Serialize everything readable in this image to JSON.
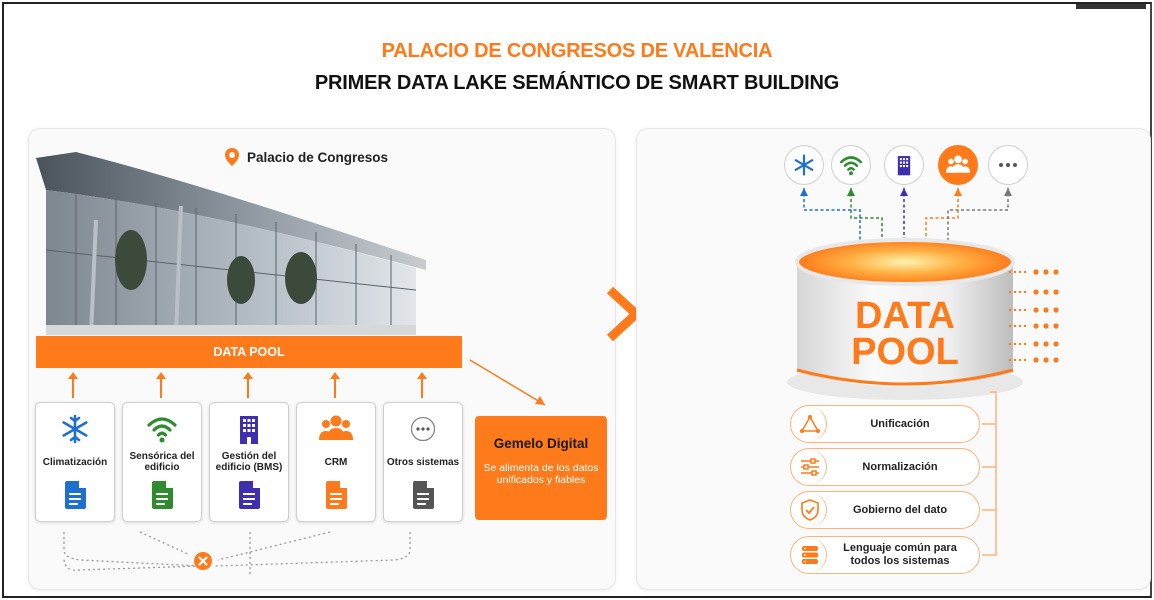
{
  "header": {
    "title_line1": "PALACIO DE CONGRESOS DE VALENCIA",
    "title_line2": "PRIMER DATA LAKE SEMÁNTICO DE SMART BUILDING"
  },
  "left_panel": {
    "location_label": "Palacio de Congresos",
    "data_pool_bar": "DATA POOL",
    "sources": [
      {
        "label": "Climatización",
        "icon": "snowflake-icon",
        "color": "#1f6fd1"
      },
      {
        "label": "Sensórica del edificio",
        "icon": "wifi-icon",
        "color": "#2e8b2e"
      },
      {
        "label": "Gestión del edificio (BMS)",
        "icon": "building-icon",
        "color": "#3d2fb0"
      },
      {
        "label": "CRM",
        "icon": "people-icon",
        "color": "#ff7a1a"
      },
      {
        "label": "Otros sistemas",
        "icon": "more-icon",
        "color": "#555555"
      }
    ],
    "gemelo": {
      "title": "Gemelo Digital",
      "description": "Se alimenta de los datos unificados y fiables"
    }
  },
  "right_panel": {
    "top_icons": [
      "snowflake-icon",
      "wifi-icon",
      "building-icon",
      "people-icon",
      "more-icon"
    ],
    "cylinder_line1": "DATA",
    "cylinder_line2": "POOL",
    "features": [
      {
        "label": "Unificación",
        "icon": "triangle-nodes-icon"
      },
      {
        "label": "Normalización",
        "icon": "sliders-icon"
      },
      {
        "label": "Gobierno del dato",
        "icon": "shield-check-icon"
      },
      {
        "label": "Lenguaje común para todos los sistemas",
        "icon": "database-icon"
      }
    ]
  },
  "colors": {
    "accent": "#ff7a1a",
    "blue": "#1f6fd1",
    "green": "#2e8b2e",
    "purple": "#3d2fb0",
    "gray": "#555555"
  }
}
